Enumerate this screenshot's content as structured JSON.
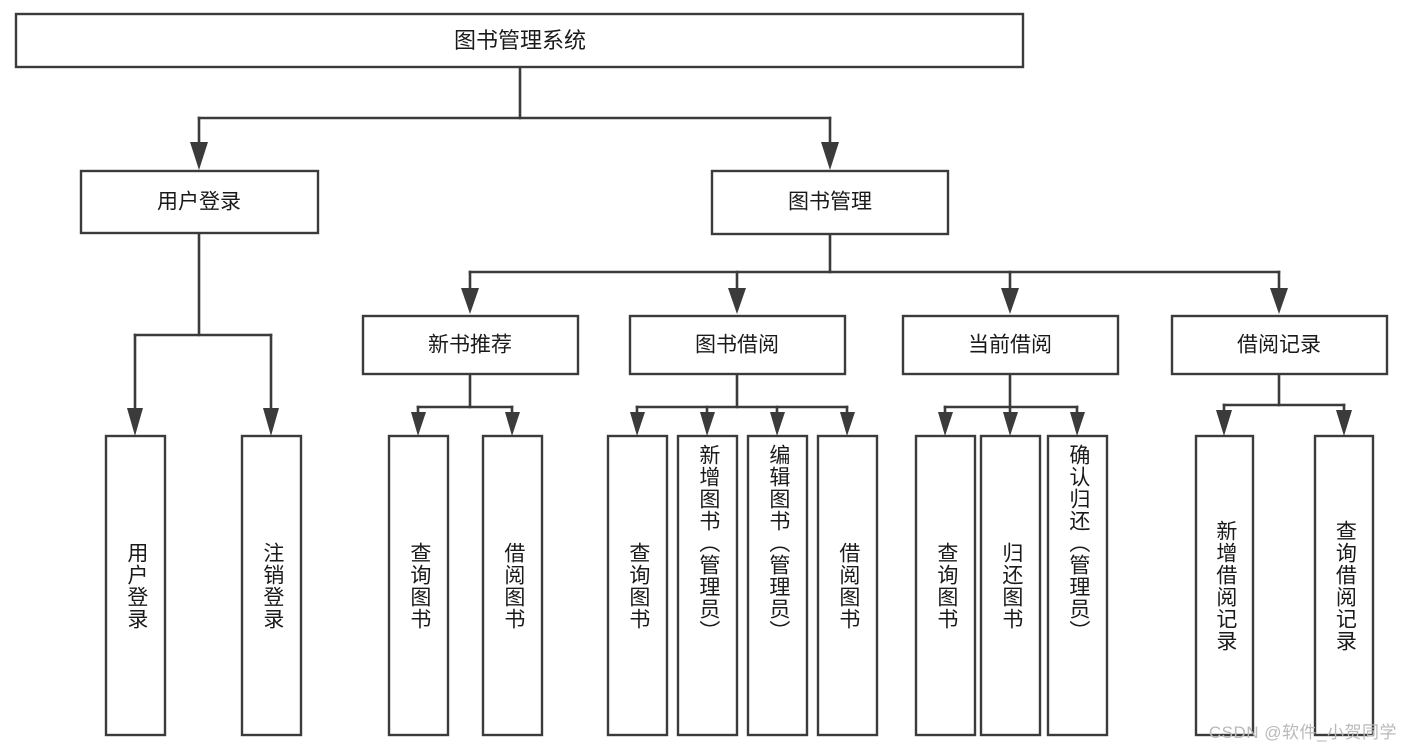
{
  "diagram": {
    "type": "tree",
    "title_node": {
      "label": "图书管理系统"
    },
    "level2": [
      {
        "id": "user-login",
        "label": "用户登录"
      },
      {
        "id": "book-manage",
        "label": "图书管理"
      }
    ],
    "level3": [
      {
        "id": "new-book-recommend",
        "label": "新书推荐",
        "parent": "book-manage"
      },
      {
        "id": "book-borrow",
        "label": "图书借阅",
        "parent": "book-manage"
      },
      {
        "id": "current-borrow",
        "label": "当前借阅",
        "parent": "book-manage"
      },
      {
        "id": "borrow-record",
        "label": "借阅记录",
        "parent": "book-manage"
      }
    ],
    "leaves": {
      "user_login": [
        {
          "id": "leaf-user-login",
          "label": "用户登录"
        },
        {
          "id": "leaf-user-logout",
          "label": "注销登录"
        }
      ],
      "new_book_recommend": [
        {
          "id": "leaf-nbr-query-book",
          "label": "查询图书"
        },
        {
          "id": "leaf-nbr-borrow-book",
          "label": "借阅图书"
        }
      ],
      "book_borrow": [
        {
          "id": "leaf-bb-query-book",
          "label": "查询图书"
        },
        {
          "id": "leaf-bb-add-book",
          "label": "新增图书（管理员）"
        },
        {
          "id": "leaf-bb-edit-book",
          "label": "编辑图书（管理员）"
        },
        {
          "id": "leaf-bb-borrow-book",
          "label": "借阅图书"
        }
      ],
      "current_borrow": [
        {
          "id": "leaf-cb-query-book",
          "label": "查询图书"
        },
        {
          "id": "leaf-cb-return-book",
          "label": "归还图书"
        },
        {
          "id": "leaf-cb-confirm-return",
          "label": "确认归还（管理员）"
        }
      ],
      "borrow_record": [
        {
          "id": "leaf-br-add-record",
          "label": "新增借阅记录"
        },
        {
          "id": "leaf-br-query-record",
          "label": "查询借阅记录"
        }
      ]
    }
  },
  "watermark": {
    "text": "CSDN @软件_小贺同学"
  },
  "colors": {
    "stroke": "#3b3b3b",
    "box_fill": "#ffffff",
    "text": "#1a1a1a",
    "watermark": "#b9b9b9",
    "background": "#ffffff"
  }
}
